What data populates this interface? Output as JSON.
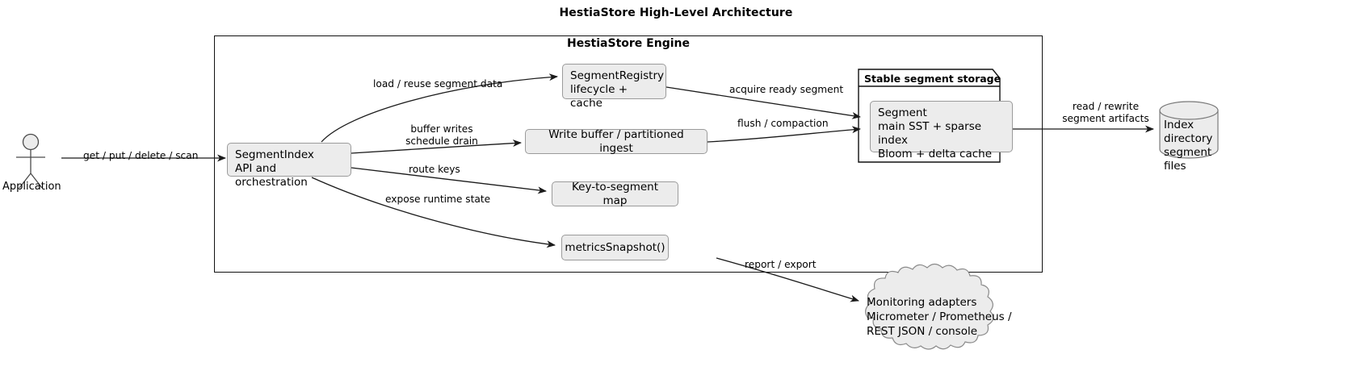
{
  "diagram": {
    "title": "HestiaStore High-Level Architecture",
    "engine_title": "HestiaStore Engine",
    "package_label": "Stable segment storage"
  },
  "actor": {
    "name": "Application",
    "icon": "actor-stick-figure-icon"
  },
  "nodes": {
    "segment_index": "SegmentIndex\nAPI and orchestration",
    "segment_registry": "SegmentRegistry\nlifecycle + cache",
    "write_buffer": "Write buffer / partitioned ingest",
    "key_to_segment_map": "Key-to-segment map",
    "metrics_snapshot": "metricsSnapshot()",
    "segment": "Segment\nmain SST + sparse index\nBloom + delta cache",
    "index_directory": "Index directory\nsegment files",
    "monitoring": "Monitoring adapters\nMicrometer / Prometheus /\nREST JSON / console"
  },
  "edges": {
    "app_to_index": "get / put / delete / scan",
    "index_to_registry": "load / reuse segment data",
    "index_to_writebuffer": "buffer writes\nschedule drain",
    "index_to_keymap": "route keys",
    "index_to_metrics": "expose runtime state",
    "registry_to_segment": "acquire ready segment",
    "writebuffer_to_segment": "flush / compaction",
    "segment_to_directory": "read / rewrite\nsegment artifacts",
    "metrics_to_monitoring": "report / export"
  },
  "colors": {
    "node_fill": "#ECECEC",
    "node_border": "#9B9B9B",
    "frame_border": "#111111",
    "edge_stroke": "#1A1A1A",
    "page_background": "#FFFFFF"
  }
}
